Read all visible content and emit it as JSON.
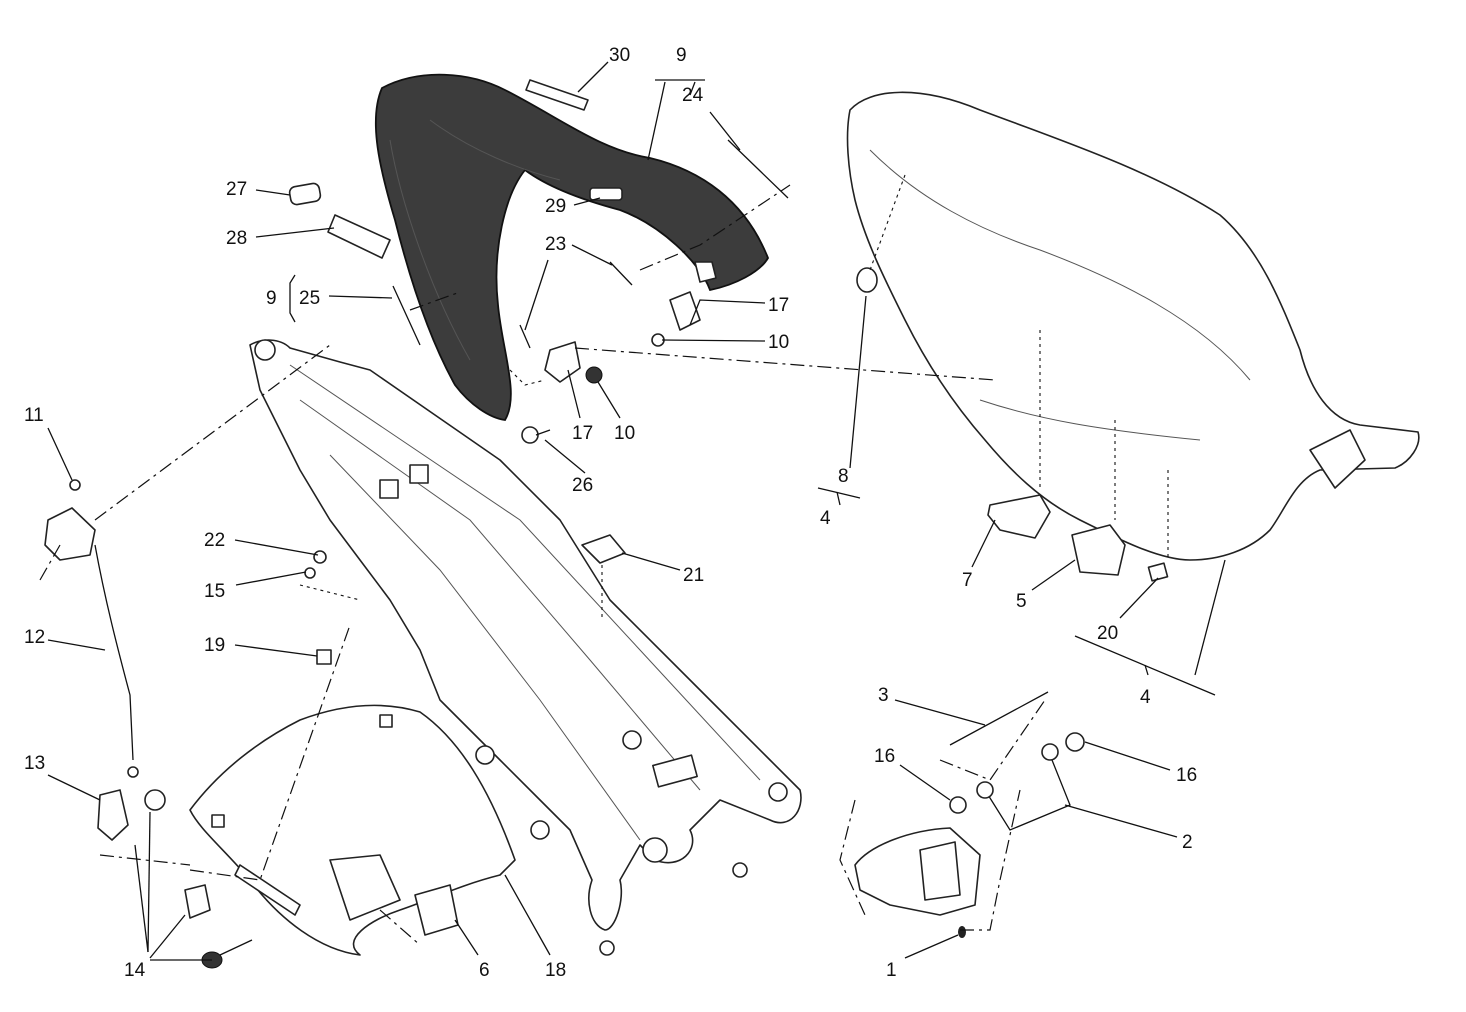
{
  "labels": [
    {
      "text": "30"
    },
    {
      "text": "9"
    },
    {
      "text": "24"
    },
    {
      "text": "27"
    },
    {
      "text": "28"
    },
    {
      "text": "29"
    },
    {
      "text": "23"
    },
    {
      "text": "9"
    },
    {
      "text": "25"
    },
    {
      "text": "17"
    },
    {
      "text": "10"
    },
    {
      "text": "17"
    },
    {
      "text": "10"
    },
    {
      "text": "26"
    },
    {
      "text": "11"
    },
    {
      "text": "8"
    },
    {
      "text": "4"
    },
    {
      "text": "22"
    },
    {
      "text": "15"
    },
    {
      "text": "21"
    },
    {
      "text": "7"
    },
    {
      "text": "5"
    },
    {
      "text": "20"
    },
    {
      "text": "12"
    },
    {
      "text": "19"
    },
    {
      "text": "4"
    },
    {
      "text": "3"
    },
    {
      "text": "16"
    },
    {
      "text": "16"
    },
    {
      "text": "13"
    },
    {
      "text": "2"
    },
    {
      "text": "14"
    },
    {
      "text": "6"
    },
    {
      "text": "18"
    },
    {
      "text": "1"
    }
  ]
}
